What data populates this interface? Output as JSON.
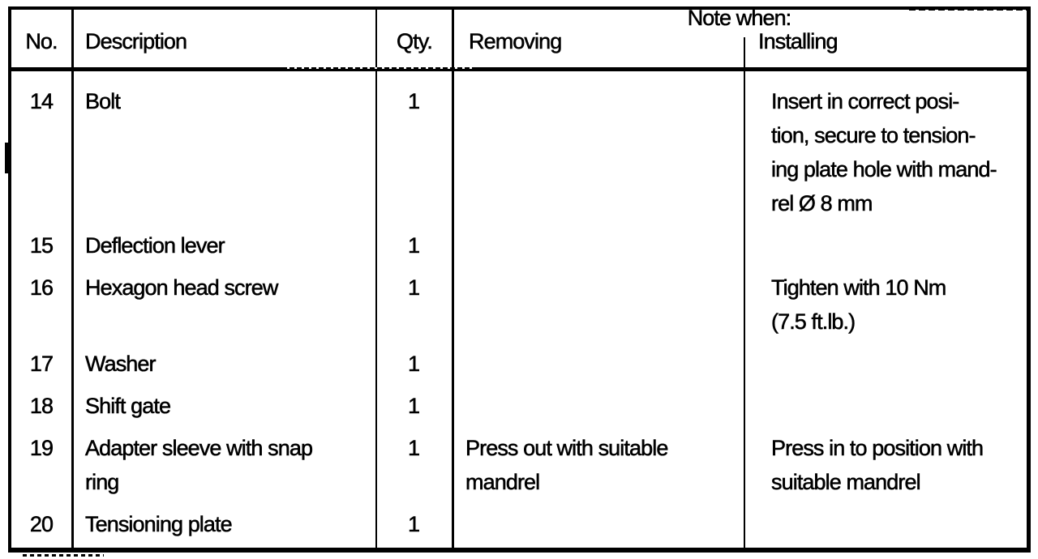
{
  "colors": {
    "ink": "#000000",
    "paper": "#ffffff"
  },
  "table": {
    "headers": {
      "no": "No.",
      "description": "Description",
      "qty": "Qty.",
      "note_when": "Note when:",
      "removing": "Removing",
      "installing": "Installing"
    },
    "rows": [
      {
        "no": "14",
        "description": "Bolt",
        "qty": "1",
        "removing": "",
        "installing": "Insert in correct posi-\ntion, secure to tension-\ning plate hole with mand-\nrel Ø 8 mm"
      },
      {
        "no": "15",
        "description": "Deflection lever",
        "qty": "1",
        "removing": "",
        "installing": ""
      },
      {
        "no": "16",
        "description": "Hexagon head screw",
        "qty": "1",
        "removing": "",
        "installing": "Tighten with 10 Nm\n(7.5 ft.lb.)"
      },
      {
        "no": "17",
        "description": "Washer",
        "qty": "1",
        "removing": "",
        "installing": ""
      },
      {
        "no": "18",
        "description": "Shift gate",
        "qty": "1",
        "removing": "",
        "installing": ""
      },
      {
        "no": "19",
        "description": "Adapter sleeve with snap\nring",
        "qty": "1",
        "removing": "Press out with suitable\nmandrel",
        "installing": "Press in to position with\nsuitable mandrel"
      },
      {
        "no": "20",
        "description": "Tensioning plate",
        "qty": "1",
        "removing": "",
        "installing": ""
      }
    ]
  }
}
